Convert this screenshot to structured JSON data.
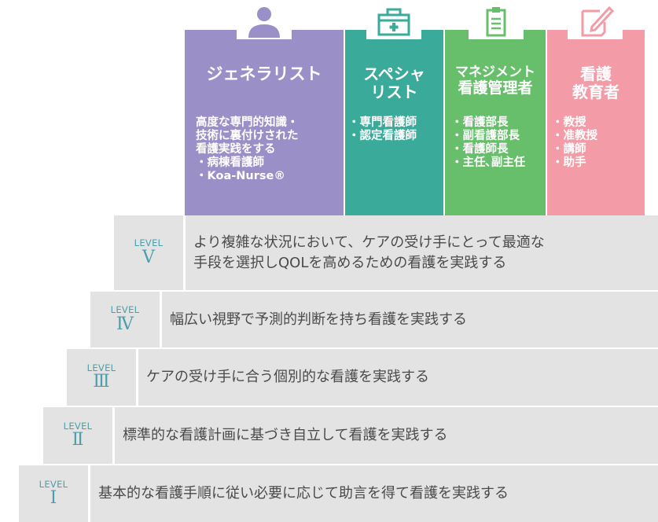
{
  "colors": {
    "generalist": "#9b8fc8",
    "specialist": "#3aab9a",
    "management": "#67bf6b",
    "educator": "#f39ba7",
    "level_bg": "#e3e3e4",
    "level_accent": "#4a9fa8"
  },
  "careers": [
    {
      "icon": "person-icon",
      "title_lines": [
        "ジェネラリスト"
      ],
      "body_lines": [
        "高度な専門的知識・",
        "技術に裏付けされた",
        "看護実践をする",
        "・病棟看護師",
        "・Koa-Nurse®"
      ]
    },
    {
      "icon": "medical-kit-icon",
      "title_lines": [
        "スペシャ",
        "リスト"
      ],
      "body_lines": [
        "・専門看護師",
        "・認定看護師"
      ]
    },
    {
      "icon": "clipboard-icon",
      "title_lines": [
        "マネジメント",
        "看護管理者"
      ],
      "body_lines": [
        "・看護部長",
        "・副看護部長",
        "・看護師長",
        "・主任､副主任"
      ]
    },
    {
      "icon": "document-pen-icon",
      "title_lines": [
        "看護",
        "教育者"
      ],
      "body_lines": [
        "・教授",
        "・准教授",
        "・講師",
        "・助手"
      ]
    }
  ],
  "levels": [
    {
      "label": "LEVEL",
      "numeral": "V",
      "lines": [
        "より複雑な状況において、ケアの受け手にとって最適な",
        "手段を選択しQOLを高めるための看護を実践する"
      ]
    },
    {
      "label": "LEVEL",
      "numeral": "Ⅳ",
      "lines": [
        "幅広い視野で予測的判断を持ち看護を実践する"
      ]
    },
    {
      "label": "LEVEL",
      "numeral": "Ⅲ",
      "lines": [
        "ケアの受け手に合う個別的な看護を実践する"
      ]
    },
    {
      "label": "LEVEL",
      "numeral": "Ⅱ",
      "lines": [
        "標準的な看護計画に基づき自立して看護を実践する"
      ]
    },
    {
      "label": "LEVEL",
      "numeral": "Ⅰ",
      "lines": [
        "基本的な看護手順に従い必要に応じて助言を得て看護を実践する"
      ]
    }
  ]
}
